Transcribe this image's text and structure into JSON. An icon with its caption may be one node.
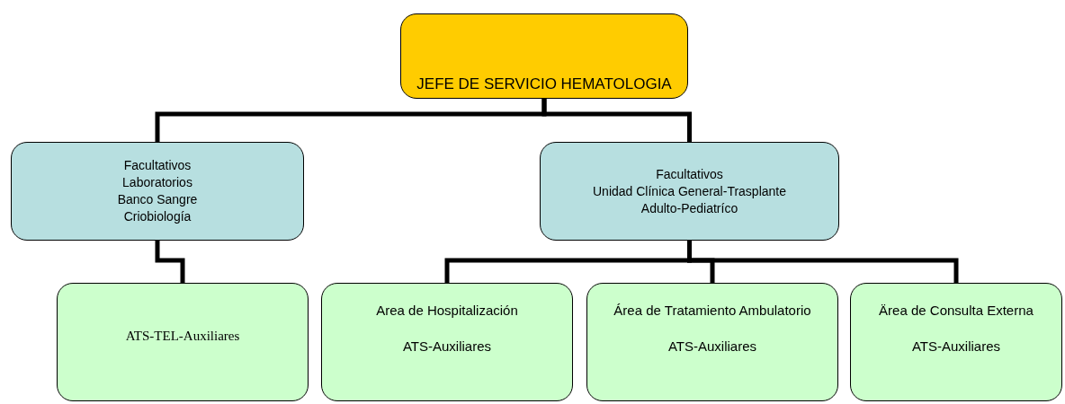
{
  "diagram": {
    "nodes": [
      {
        "text": [
          "JEFE DE SERVICIO HEMATOLOGIA"
        ]
      },
      {
        "text": [
          "Facultativos",
          "Laboratorios",
          "Banco Sangre",
          "Criobiología"
        ]
      },
      {
        "text": [
          "Facultativos",
          "Unidad Clínica General-Trasplante",
          "Adulto-Pediatríco"
        ]
      },
      {
        "text": [
          "ATS-TEL-Auxiliares"
        ]
      },
      {
        "text": [
          "Area de Hospitalización",
          "ATS-Auxiliares"
        ]
      },
      {
        "text": [
          "Área de Tratamiento Ambulatorio",
          "ATS-Auxiliares"
        ]
      },
      {
        "text": [
          "Ärea de Consulta Externa",
          "ATS-Auxiliares"
        ]
      }
    ],
    "edges": [
      {
        "from": 0,
        "to": 1,
        "arrow": "none"
      },
      {
        "from": 0,
        "to": 2,
        "arrow": "none"
      },
      {
        "from": 1,
        "to": 3,
        "arrow": "none"
      },
      {
        "from": 2,
        "to": 4,
        "arrow": "none"
      },
      {
        "from": 2,
        "to": 5,
        "arrow": "none"
      },
      {
        "from": 2,
        "to": 6,
        "arrow": "none"
      }
    ]
  }
}
